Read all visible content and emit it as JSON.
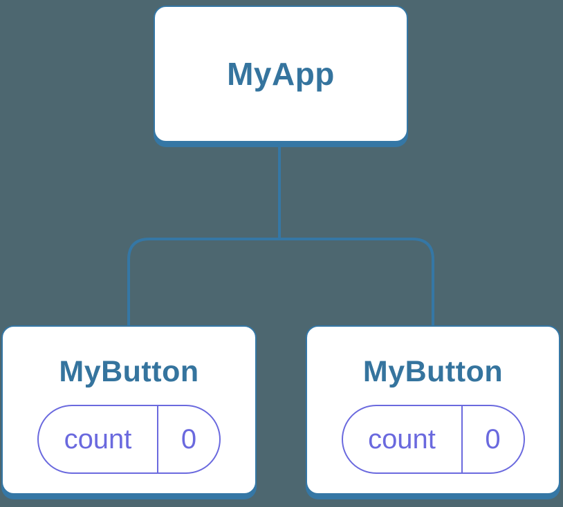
{
  "diagram": {
    "kind": "component-tree",
    "background_color": "#4d6770",
    "card_fill": "#ffffff",
    "card_border_color": "#3577a5",
    "connector_color": "#3577a5",
    "title_text_color": "#35749e",
    "state_pill_color": "#6a69de",
    "tree": {
      "root": {
        "title": "MyApp"
      },
      "children": [
        {
          "title": "MyButton",
          "state": {
            "label": "count",
            "value": "0"
          }
        },
        {
          "title": "MyButton",
          "state": {
            "label": "count",
            "value": "0"
          }
        }
      ]
    }
  }
}
